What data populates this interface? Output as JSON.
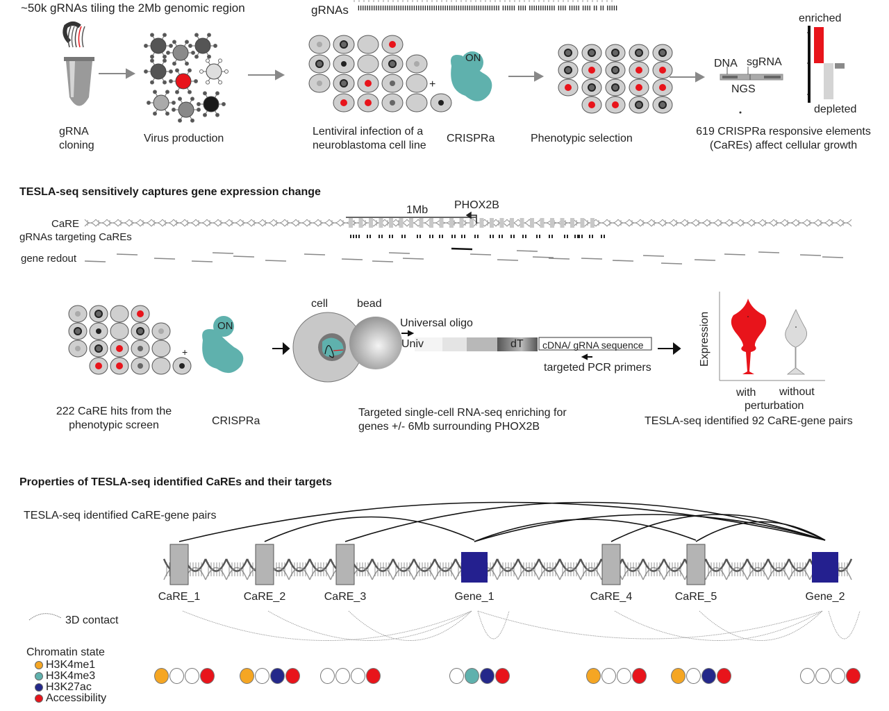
{
  "panel1": {
    "header": "~50k gRNAs tiling the 2Mb  genomic region",
    "grna_track_label": "gRNAs",
    "steps": [
      {
        "id": "cloning",
        "label_line1": "gRNA",
        "label_line2": "cloning"
      },
      {
        "id": "virus",
        "label_line1": "Virus production",
        "label_line2": ""
      },
      {
        "id": "infection",
        "label_line1": "Lentiviral infection of a",
        "label_line2": "neuroblastoma cell line"
      },
      {
        "id": "crispra",
        "label_line1": "CRISPRa",
        "label_line2": ""
      },
      {
        "id": "selection",
        "label_line1": "Phenotypic selection",
        "label_line2": ""
      },
      {
        "id": "result",
        "label_line1": "619 CRISPRa responsive elements",
        "label_line2": "(CaREs) affect cellular growth"
      }
    ],
    "crispra_badge": "ON",
    "plus_sign": "+",
    "ngs": {
      "dna_label": "DNA",
      "sgrna_label": "sgRNA",
      "ngs_label": "NGS"
    },
    "enrichment_chart": {
      "top_label": "enriched",
      "bottom_label": "depleted",
      "bars": [
        {
          "name": "enriched-bar",
          "value": 1.0,
          "color": "#e8141b"
        },
        {
          "name": "depleted-bar",
          "value": -1.0,
          "color": "#d4d4d4"
        },
        {
          "name": "neutral-bar",
          "value": -0.15,
          "color": "#8a8a8a"
        }
      ]
    }
  },
  "panel2": {
    "title": "TESLA-seq sensitively captures gene expression change",
    "scale_label": "1Mb",
    "gene_label": "PHOX2B",
    "track_labels": {
      "care": "CaRE",
      "grnas": "gRNAs targeting CaREs",
      "readout": "gene redout"
    },
    "hits_label_line1": "222 CaRE hits from the",
    "hits_label_line2": "phenotypic screen",
    "crispra_label": "CRISPRa",
    "crispra_badge": "ON",
    "plus_sign": "+",
    "cell_label": "cell",
    "bead_label": "bead",
    "oligo_label": "Universal oligo",
    "univ_label": "Univ",
    "dt_label": "dT",
    "cdna_label": "cDNA/ gRNA sequence",
    "primer_label": "targeted PCR primers",
    "method_line1": "Targeted single-cell RNA-seq enriching for",
    "method_line2": "genes +/- 6Mb surrounding PHOX2B",
    "violin": {
      "ylabel": "Expression",
      "categories": [
        "with",
        "without"
      ],
      "xlabel": "perturbation",
      "colors": {
        "with": "#e8141b",
        "without": "#dcdcdc"
      }
    },
    "result_label": "TESLA-seq identified 92 CaRE-gene pairs"
  },
  "panel3": {
    "title": "Properties of TESLA-seq identified  CaREs and their targets",
    "pairs_label": "TESLA-seq identified CaRE-gene pairs",
    "contact_label": "3D contact",
    "elements": [
      {
        "name": "CaRE_1",
        "type": "care",
        "states": [
          "H3K4me1",
          "none",
          "none",
          "Accessibility"
        ]
      },
      {
        "name": "CaRE_2",
        "type": "care",
        "states": [
          "H3K4me1",
          "none",
          "H3K27ac",
          "Accessibility"
        ]
      },
      {
        "name": "CaRE_3",
        "type": "care",
        "states": [
          "none",
          "none",
          "none",
          "Accessibility"
        ]
      },
      {
        "name": "Gene_1",
        "type": "gene",
        "states": [
          "none",
          "H3K4me3",
          "H3K27ac",
          "Accessibility"
        ]
      },
      {
        "name": "CaRE_4",
        "type": "care",
        "states": [
          "H3K4me1",
          "none",
          "none",
          "Accessibility"
        ]
      },
      {
        "name": "CaRE_5",
        "type": "care",
        "states": [
          "H3K4me1",
          "none",
          "H3K27ac",
          "Accessibility"
        ]
      },
      {
        "name": "Gene_2",
        "type": "gene",
        "states": [
          "none",
          "none",
          "none",
          "Accessibility"
        ]
      }
    ],
    "legend": {
      "title": "Chromatin state",
      "items": [
        {
          "label": "H3K4me1",
          "color": "#f5a623"
        },
        {
          "label": "H3K4me3",
          "color": "#5fb1ad"
        },
        {
          "label": "H3K27ac",
          "color": "#24288a"
        },
        {
          "label": "Accessibility",
          "color": "#e8141b"
        }
      ]
    },
    "colors": {
      "care_box": "#b4b4b4",
      "gene_box": "#24208f"
    }
  }
}
